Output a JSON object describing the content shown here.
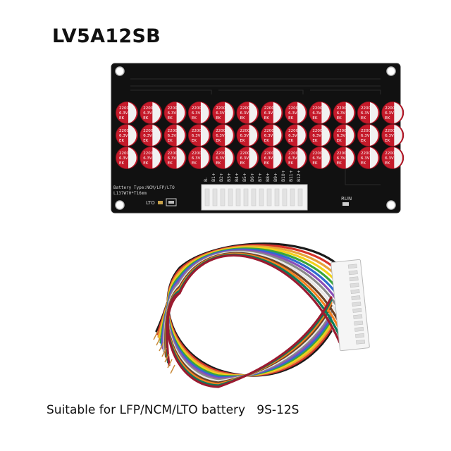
{
  "title": "LV5A12SB",
  "caption": "Suitable for LFP/NCM/LTO battery   9S-12S",
  "board": {
    "battery_type_label": "Battery Type:NCM/LFP/LTO",
    "size_label": "L137W70*T16mm",
    "lto_label": "LTO",
    "run_label": "RUN",
    "capacitor": {
      "value": "2200",
      "voltage": "6.3V",
      "brand": "EK"
    },
    "pin_labels": [
      "B-",
      "B1+",
      "B2+",
      "B3+",
      "B4+",
      "B5+",
      "B6+",
      "B7+",
      "B8+",
      "B9+",
      "B10+",
      "B11+",
      "B12+"
    ]
  },
  "cable": {
    "wire_colors": [
      "#1a1a1a",
      "#d6352b",
      "#e8a33a",
      "#f2d21a",
      "#3aa63a",
      "#2e6bd1",
      "#8a4fb8",
      "#8a8a8a",
      "#e8e8e8",
      "#6b4226",
      "#f58220",
      "#0b7a5a",
      "#9b1b30"
    ]
  }
}
